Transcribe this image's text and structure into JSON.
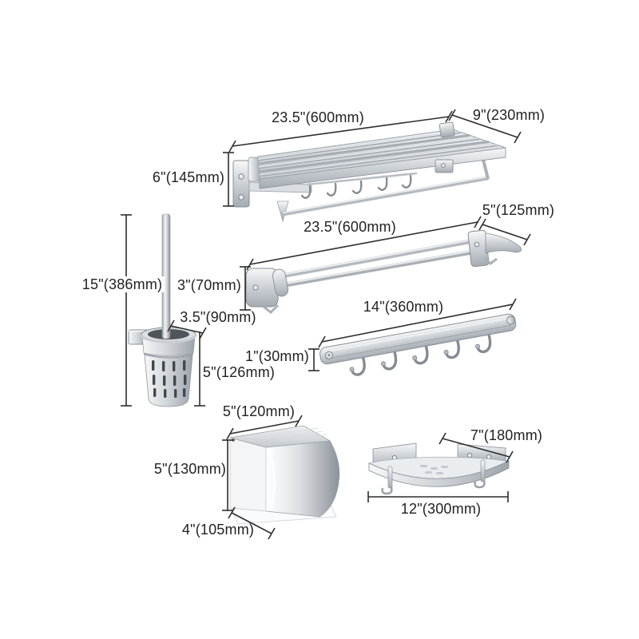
{
  "diagram": {
    "type": "product-dimension-diagram",
    "product": "bathroom hardware 6-piece set",
    "background": "#ffffff",
    "line_color": "#2d2d2d",
    "text_color": "#222222",
    "metal_colors": [
      "#f6f8f9",
      "#ced3d7",
      "#9da4ab"
    ]
  },
  "items": [
    {
      "name": "folding-towel-rack-with-shelf",
      "dims": {
        "width": "23.5\"(600mm)",
        "depth": "9\"(230mm)",
        "height": "6\"(145mm)"
      }
    },
    {
      "name": "double-towel-bar",
      "dims": {
        "length": "23.5\"(600mm)",
        "end_offset": "5\"(125mm)",
        "height": "3\"(70mm)"
      }
    },
    {
      "name": "toilet-brush-and-holder",
      "dims": {
        "height": "15\"(386mm)",
        "cup_diameter": "3.5\"(90mm)",
        "cup_height": "5\"(126mm)"
      }
    },
    {
      "name": "hook-rail-5-hooks",
      "dims": {
        "length": "14\"(360mm)",
        "height": "1\"(30mm)"
      }
    },
    {
      "name": "toilet-paper-holder",
      "dims": {
        "width": "5\"(120mm)",
        "height": "5\"(130mm)",
        "depth": "4\"(105mm)"
      }
    },
    {
      "name": "corner-shelf",
      "dims": {
        "depth": "7\"(180mm)",
        "width": "12\"(300mm)"
      }
    }
  ]
}
